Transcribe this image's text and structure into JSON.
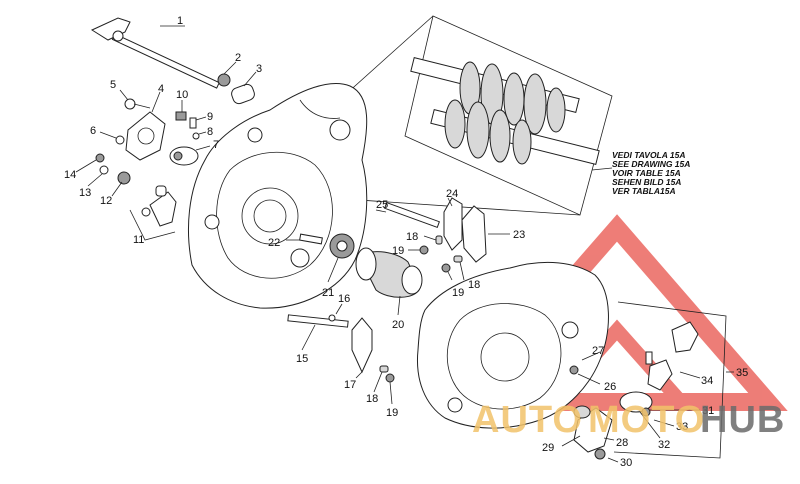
{
  "labels": {
    "l1": "1",
    "l2": "2",
    "l3": "3",
    "l4": "4",
    "l5": "5",
    "l6": "6",
    "l7": "7",
    "l8": "8",
    "l9": "9",
    "l10": "10",
    "l11": "11",
    "l12": "12",
    "l13": "13",
    "l14": "14",
    "l15": "15",
    "l16": "16",
    "l17": "17",
    "l18a": "18",
    "l18b": "18",
    "l18c": "18",
    "l19a": "19",
    "l19b": "19",
    "l19c": "19",
    "l20": "20",
    "l21": "21",
    "l22": "22",
    "l23": "23",
    "l24": "24",
    "l25": "25",
    "l26": "26",
    "l27": "27",
    "l28": "28",
    "l29": "29",
    "l30": "30",
    "l31": "31",
    "l32": "32",
    "l33": "33",
    "l34": "34",
    "l35": "35"
  },
  "inset_caption": {
    "line1": "VEDI TAVOLA 15A",
    "line2": "SEE DRAWING 15A",
    "line3": "VOIR TABLE 15A",
    "line4": "SEHEN BILD 15A",
    "line5": "VER TABLA15A"
  },
  "watermark": {
    "part1": "AUTO",
    "part2": "MOTO",
    "part3": "HUB",
    "color_red": "#e8524a",
    "color_gold": "#f2c36a",
    "color_gray": "#6b6b6b"
  }
}
